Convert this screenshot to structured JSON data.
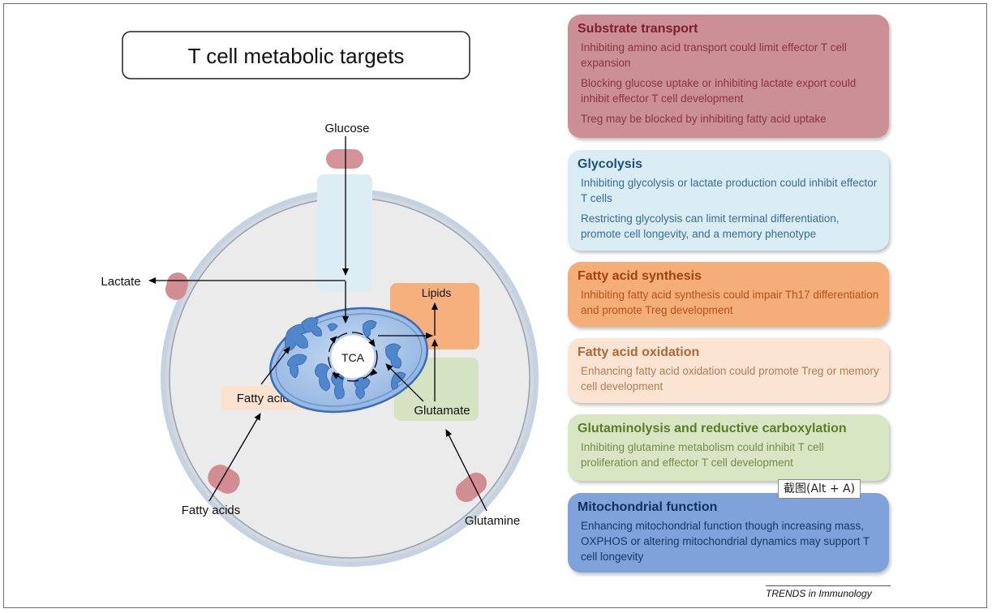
{
  "title": "T cell metabolic targets",
  "labels": {
    "glucose": "Glucose",
    "lactate": "Lactate",
    "lipids": "Lipids",
    "tca": "TCA",
    "fatty_acids_inner": "Fatty acids",
    "glutamate": "Glutamate",
    "fatty_acids_outer": "Fatty acids",
    "glutamine": "Glutamine"
  },
  "panels": [
    {
      "title": "Substrate transport",
      "items": [
        "Inhibiting amino acid transport could limit effector T cell expansion",
        "Blocking glucose uptake or inhibiting lactate export could inhibit effector T cell development",
        "Treg may be blocked by inhibiting fatty acid uptake"
      ]
    },
    {
      "title": "Glycolysis",
      "items": [
        "Inhibiting glycolysis or lactate production could inhibit effector T cells",
        "Restricting glycolysis can limit terminal differentiation, promote cell longevity, and a memory phenotype"
      ]
    },
    {
      "title": "Fatty acid synthesis",
      "items": [
        "Inhibiting fatty acid synthesis could impair Th17 differentiation and promote Treg  development"
      ]
    },
    {
      "title": "Fatty acid oxidation",
      "items": [
        "Enhancing fatty acid oxidation could promote Treg or memory cell development"
      ]
    },
    {
      "title": "Glutaminolysis and reductive carboxylation",
      "items": [
        "Inhibiting glutamine metabolism could inhibit T cell proliferation and effector T cell development"
      ]
    },
    {
      "title": "Mitochondrial function",
      "items": [
        "Enhancing mitochondrial function though increasing mass, OXPHOS or altering mitochondrial dynamics may support T cell longevity"
      ]
    }
  ],
  "tooltip": "截图(Alt + A)",
  "credit": "TRENDS in Immunology",
  "colors": {
    "transport_bg": "#cc8f96",
    "transport_title": "#7a1f2b",
    "transport_text": "#8a3440",
    "glycolysis_bg": "#dbedf4",
    "glycolysis_title": "#1f4e7a",
    "glycolysis_text": "#3a6b96",
    "fas_bg": "#f5ae78",
    "fas_title": "#a2420c",
    "fas_text": "#b5531a",
    "fao_bg": "#fbe4d1",
    "fao_title": "#a86a3a",
    "fao_text": "#b07d55",
    "glutamine_bg": "#d8e6c4",
    "glutamine_title": "#5b7a2a",
    "glutamine_text": "#748d48",
    "mito_bg": "#7ea2d9",
    "mito_title": "#10305e",
    "mito_text": "#17386a"
  }
}
